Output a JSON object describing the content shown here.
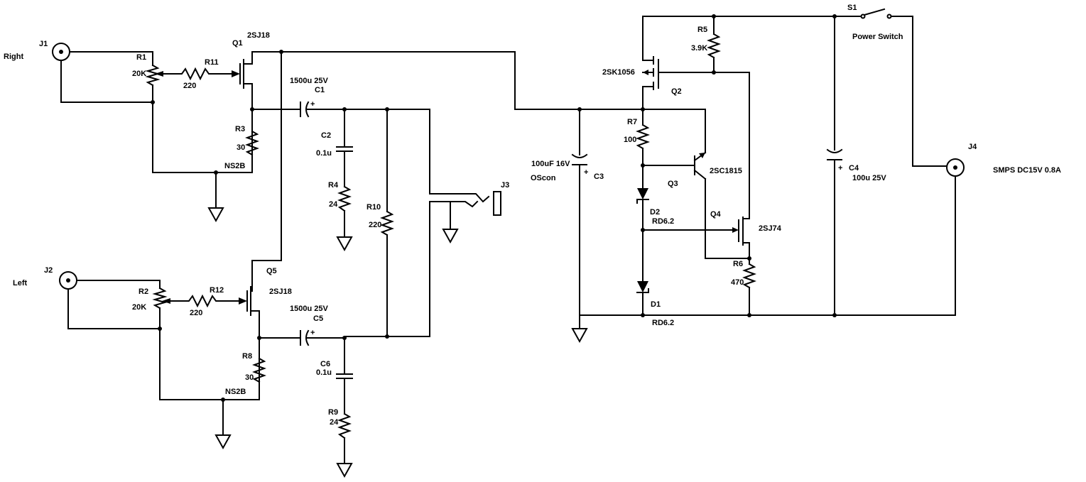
{
  "labels": {
    "j1": "J1",
    "right": "Right",
    "r1": "R1",
    "r1_val": "20K",
    "r11": "R11",
    "r11_val": "220",
    "q1": "Q1",
    "q1_type": "2SJ18",
    "c1_val": "1500u 25V",
    "c1": "C1",
    "r3": "R3",
    "r3_val": "30",
    "ns2b_top": "NS2B",
    "c2": "C2",
    "c2_val": "0.1u",
    "r4": "R4",
    "r4_val": "24",
    "r10": "R10",
    "r10_val": "220",
    "j3": "J3",
    "j2": "J2",
    "left": "Left",
    "r2": "R2",
    "r2_val": "20K",
    "r12": "R12",
    "r12_val": "220",
    "q5": "Q5",
    "q5_type": "2SJ18",
    "c5_val": "1500u 25V",
    "c5": "C5",
    "r8": "R8",
    "r8_val": "30",
    "ns2b_bot": "NS2B",
    "c6": "C6",
    "c6_val": "0.1u",
    "r9": "R9",
    "r9_val": "24",
    "c3_val": "100uF 16V",
    "c3": "C3",
    "c3_type": "OScon",
    "r5": "R5",
    "r5_val": "3.9K",
    "q2_type": "2SK1056",
    "q2": "Q2",
    "r7": "R7",
    "r7_val": "100",
    "q3_type": "2SC1815",
    "q3": "Q3",
    "d2": "D2",
    "d2_type": "RD6.2",
    "q4": "Q4",
    "q4_type": "2SJ74",
    "r6": "R6",
    "r6_val": "470",
    "d1": "D1",
    "d1_type": "RD6.2",
    "s1": "S1",
    "power_switch": "Power Switch",
    "c4": "C4",
    "c4_val": "100u 25V",
    "j4": "J4",
    "smps": "SMPS DC15V 0.8A"
  }
}
